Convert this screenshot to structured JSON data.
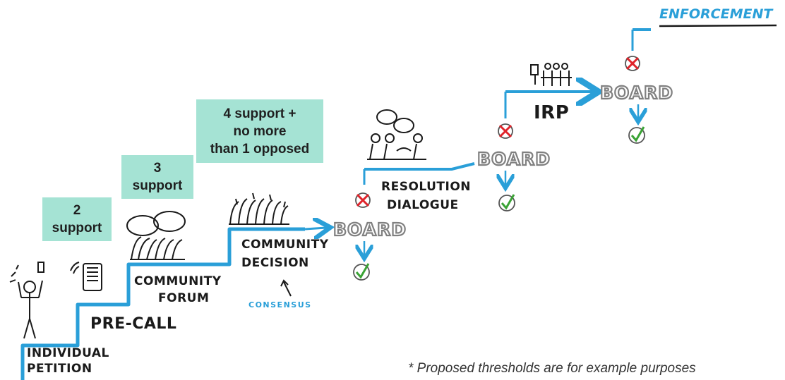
{
  "title": "ENFORCEMENT",
  "thresholds": {
    "two": "2\nsupport",
    "three": "3\nsupport",
    "four": "4 support +\nno more\nthan 1 opposed"
  },
  "steps": {
    "individual_petition": [
      "INDIVIDUAL",
      "PETITION"
    ],
    "pre_call": "PRE-CALL",
    "community_forum": [
      "COMMUNITY",
      "FORUM"
    ],
    "community_decision": [
      "COMMUNITY",
      "DECISION"
    ],
    "consensus": "CONSENSUS",
    "resolution_dialogue": [
      "RESOLUTION",
      "DIALOGUE"
    ],
    "irp": "IRP",
    "board": "BOARD"
  },
  "footnote": "* Proposed thresholds are for example purposes",
  "colors": {
    "stair_blue": "#2a9fd8",
    "threshold_box": "#a5e3d4",
    "cross_red": "#e0242b",
    "check_green": "#3aa335",
    "board_gray": "#808080"
  }
}
